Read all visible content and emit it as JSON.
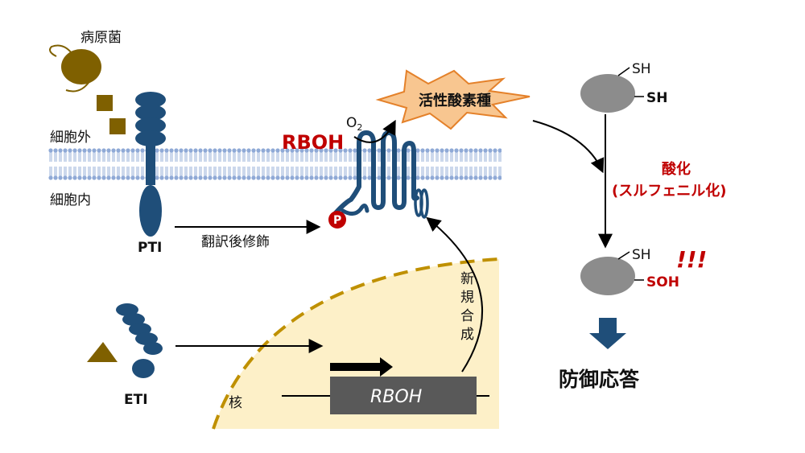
{
  "labels": {
    "pathogen": "病原菌",
    "extracellular": "細胞外",
    "intracellular": "細胞内",
    "pti": "PTI",
    "eti": "ETI",
    "rboh": "RBOH",
    "o2_main": "O",
    "o2_sub": "2",
    "phospho": "P",
    "ros": "活性酸素種",
    "ptm": "翻訳後修飾",
    "de_novo": [
      "新",
      "規",
      "合",
      "成"
    ],
    "nucleus": "核",
    "gene": "RBOH",
    "sh_top1": "SH",
    "sh_top2": "SH",
    "oxidation_line1": "酸化",
    "oxidation_line2": "(スルフェニル化)",
    "sh_bottom": "SH",
    "soh": "SOH",
    "exclaim": "!!!",
    "defense": "防御応答"
  },
  "colors": {
    "receptor_blue": "#1f4e79",
    "pathogen_brown": "#7f6000",
    "nucleus_fill": "#fdf0c8",
    "nucleus_border": "#bf9000",
    "ros_fill": "#f8c690",
    "ros_stroke": "#e4812a",
    "membrane": "#8fa9d6",
    "protein_gray": "#8c8c8c",
    "accent_red": "#c00000",
    "gene_box": "#595959"
  }
}
